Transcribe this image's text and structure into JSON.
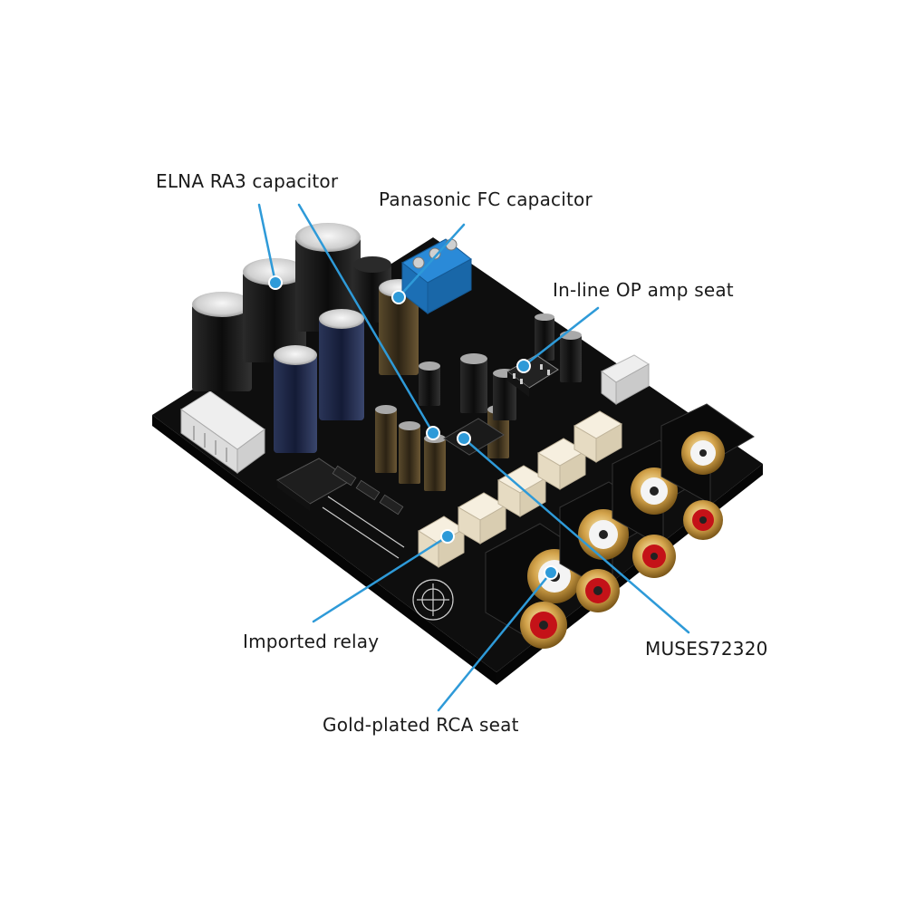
{
  "callouts": {
    "elna": "ELNA RA3 capacitor",
    "panasonic": "Panasonic FC capacitor",
    "opamp": "In-line OP amp seat",
    "relay": "Imported relay",
    "muses": "MUSES72320",
    "rca": "Gold-plated RCA seat"
  },
  "colors": {
    "callout_line": "#2e9ad8",
    "callout_dot": "#2e9ad8",
    "pcb": "#141414",
    "terminal_block": "#1c7fcf",
    "rca_gold": "#d2a24a",
    "rca_red": "#c41218",
    "rca_white": "#f2f2f2",
    "relay": "#efe6d2"
  },
  "icons": {
    "callout_marker": "filled-circle-dot"
  }
}
